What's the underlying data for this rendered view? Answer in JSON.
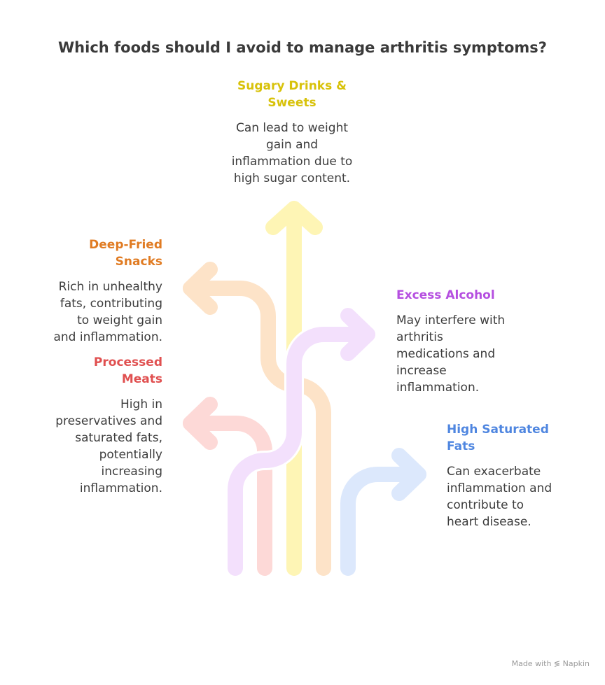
{
  "title": "Which foods should I avoid to manage arthritis symptoms?",
  "items": [
    {
      "id": "sugary",
      "title": [
        "Sugary Drinks &",
        "Sweets"
      ],
      "body": [
        "Can lead to weight",
        "gain and",
        "inflammation due to",
        "high sugar content."
      ],
      "color": "#D8C20A",
      "arrow_color": "#FEF5B5"
    },
    {
      "id": "deepfried",
      "title": [
        "Deep-Fried",
        "Snacks"
      ],
      "body": [
        "Rich in unhealthy",
        "fats, contributing",
        "to weight gain",
        "and inflammation."
      ],
      "color": "#E07B22",
      "arrow_color": "#FDE3C8"
    },
    {
      "id": "processed",
      "title": [
        "Processed",
        "Meats"
      ],
      "body": [
        "High in",
        "preservatives and",
        "saturated fats,",
        "potentially",
        "increasing",
        "inflammation."
      ],
      "color": "#E05050",
      "arrow_color": "#FDD9D7"
    },
    {
      "id": "alcohol",
      "title": [
        "Excess Alcohol"
      ],
      "body": [
        "May interfere with",
        "arthritis",
        "medications and",
        "increase",
        "inflammation."
      ],
      "color": "#B54FE0",
      "arrow_color": "#F3E0FC"
    },
    {
      "id": "satfats",
      "title": [
        "High Saturated",
        "Fats"
      ],
      "body": [
        "Can exacerbate",
        "inflammation and",
        "contribute to",
        "heart disease."
      ],
      "color": "#4F86E0",
      "arrow_color": "#DCE8FC"
    }
  ],
  "footer": {
    "made_with": "Made with",
    "brand": "Napkin"
  }
}
